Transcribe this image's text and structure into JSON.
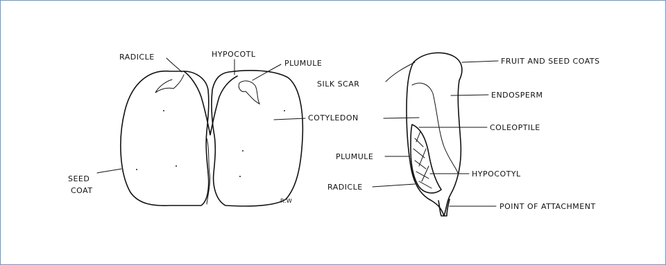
{
  "labels": {
    "radicle_top": "RADICLE",
    "hypocotl": "HYPOCOTL",
    "plumule_top": "PLUMULE",
    "cotyledon": "COTYLEDON",
    "seed_coat_1": "SEED",
    "seed_coat_2": "COAT",
    "initials": "R.W",
    "fruit_seed_coats": "FRUIT AND SEED COATS",
    "silk_scar": "SILK SCAR",
    "endosperm": "ENDOSPERM",
    "coleoptile": "COLEOPTILE",
    "plumule_right": "PLUMULE",
    "hypocotyl": "HYPOCOTYL",
    "radicle_right": "RADICLE",
    "point_of_attachment": "POINT OF ATTACHMENT"
  },
  "colors": {
    "border": "#5b9bd5",
    "ink": "#111111"
  }
}
